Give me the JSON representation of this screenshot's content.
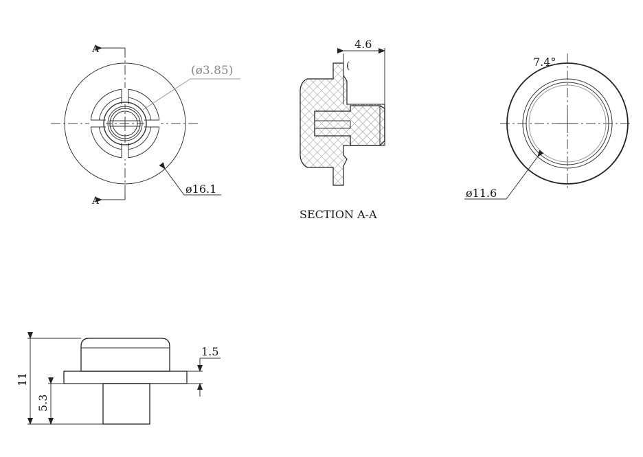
{
  "front_view": {
    "section_mark_top": "A",
    "section_mark_bottom": "A",
    "bore_dim": "(ø3.85)",
    "outer_dim": "ø16.1"
  },
  "section_view": {
    "width_dim": "4.6",
    "title": "SECTION A-A"
  },
  "top_view": {
    "angle_dim": "7.4°",
    "diameter_dim": "ø11.6"
  },
  "side_view": {
    "flange_dim": "1.5",
    "height_dim": "11",
    "stem_dim": "5.3"
  },
  "colors": {
    "line": "#222222",
    "hatch": "#cfcfcf"
  }
}
